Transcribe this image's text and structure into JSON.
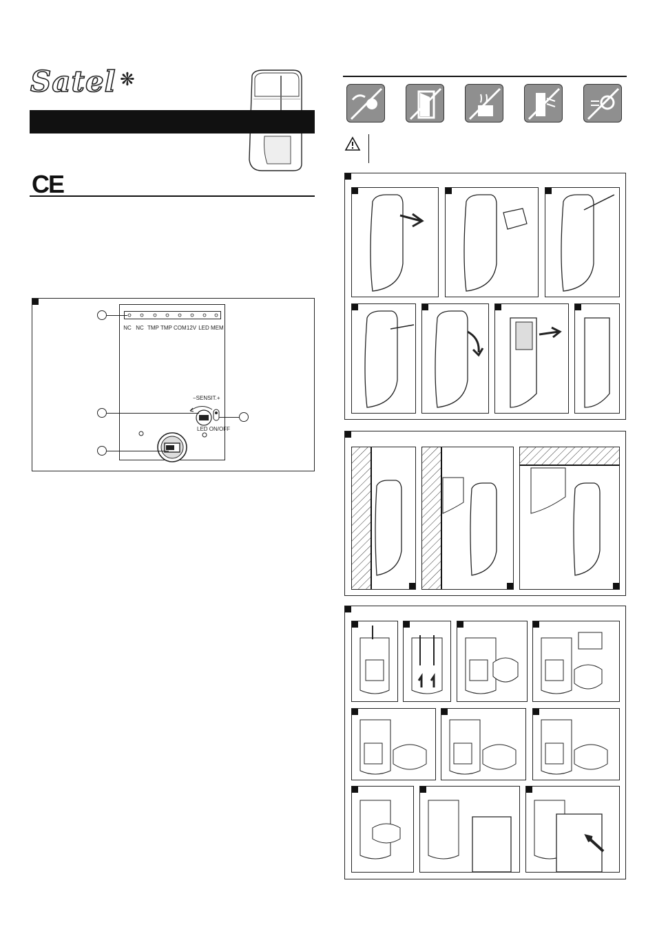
{
  "header": {
    "brand_logo": "Satel",
    "brand_mark_icon": "asterisk-flower-icon",
    "ce_mark": "CE"
  },
  "board": {
    "terminals": [
      "NC",
      "NC",
      "TMP",
      "TMP",
      "COM",
      "12V",
      "LED",
      "MEM"
    ],
    "sensit_label": "−SENSIT.+",
    "led_switch_label": "LED ON/OFF"
  },
  "warning": {
    "icon": "warning-triangle-icon"
  },
  "prohibited_icons": [
    "no-sun-weather-icon",
    "no-open-door-icon",
    "no-heater-icon",
    "no-window-draft-icon",
    "no-fan-airflow-icon"
  ],
  "colors": {
    "ink": "#111111",
    "tile_gray": "#8f8f8f"
  }
}
